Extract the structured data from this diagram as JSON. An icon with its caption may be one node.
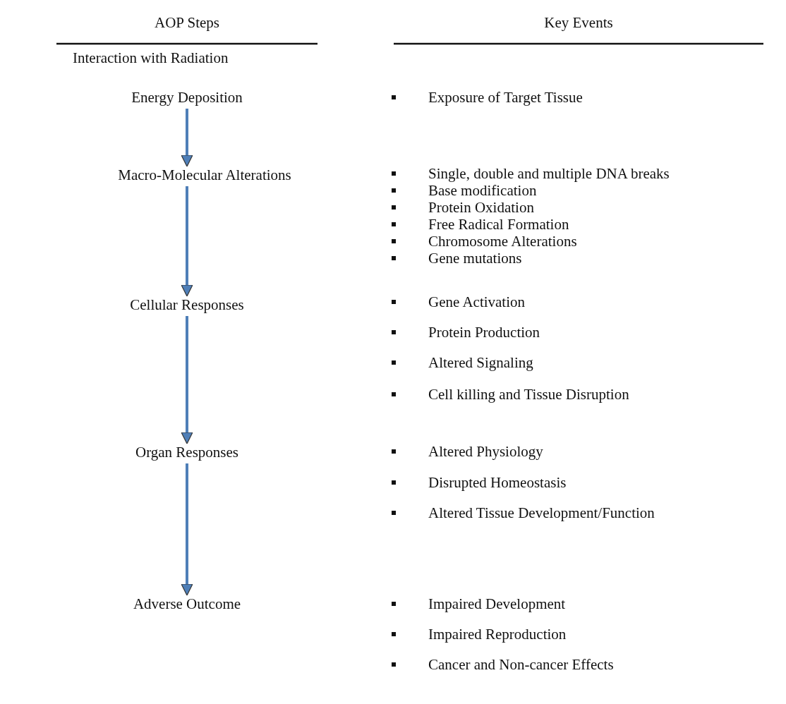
{
  "diagram": {
    "nodes": [
      {
        "text": [
          "Energy Deposition"
        ]
      },
      {
        "text": [
          "Macro-Molecular Alterations"
        ]
      },
      {
        "text": [
          "Cellular Responses"
        ]
      },
      {
        "text": [
          "Organ Responses"
        ]
      },
      {
        "text": [
          "Adverse Outcome"
        ]
      }
    ],
    "edges": [
      {
        "from": 0,
        "to": 1,
        "arrow": "to"
      },
      {
        "from": 1,
        "to": 2,
        "arrow": "to"
      },
      {
        "from": 2,
        "to": 3,
        "arrow": "to"
      },
      {
        "from": 3,
        "to": 4,
        "arrow": "to"
      }
    ],
    "labels": [
      "AOP Steps",
      "Key Events",
      "Interaction with Radiation",
      "Exposure of Target Tissue",
      "Single, double and multiple DNA breaks",
      "Base modification",
      "Protein Oxidation",
      "Free Radical Formation",
      "Chromosome Alterations",
      "Gene mutations",
      "Gene Activation",
      "Protein Production",
      "Altered Signaling",
      "Cell killing and Tissue Disruption",
      "Altered Physiology",
      "Disrupted Homeostasis",
      "Altered Tissue Development/Function",
      "Impaired Development",
      "Impaired Reproduction",
      "Cancer and Non-cancer Effects"
    ]
  }
}
